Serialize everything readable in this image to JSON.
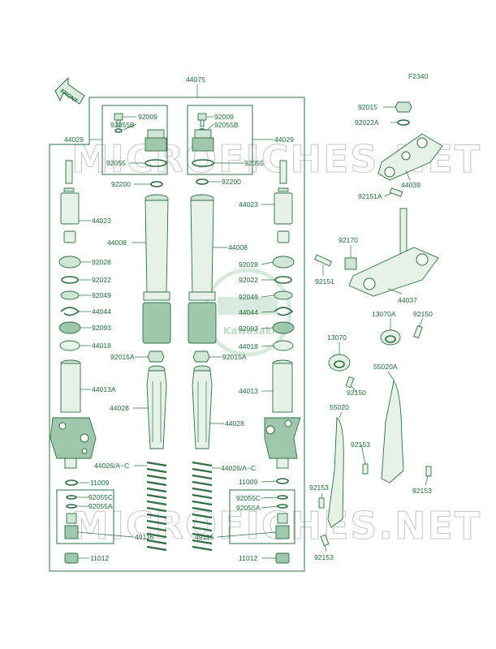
{
  "diagram": {
    "code": "F2340",
    "front_label": "FRONT",
    "watermarks": [
      "MICROFICHES.NET",
      "MICROFICHES.NET"
    ],
    "logo_text": "Kawasaki",
    "labels": {
      "l44075": "44075",
      "l44029_left": "44029",
      "l44029_right": "44029",
      "l92009_left": "92009",
      "l92055B_left": "92055B",
      "l92009_right": "92009",
      "l92055B_right": "92055B",
      "l92055_left": "92055",
      "l92055_right": "92055",
      "l92200_left": "92200",
      "l92200_right": "92200",
      "l44023_left": "44023",
      "l44023_right": "44023",
      "l44008_left": "44008",
      "l44008_right": "44008",
      "l92028_left": "92028",
      "l92028_right": "92028",
      "l92022_left": "92022",
      "l92022_right": "92022",
      "l92049_left": "92049",
      "l92049_right": "92049",
      "l44044_left": "44044",
      "l44044_right": "44044",
      "l92093_left": "92093",
      "l92093_right": "92093",
      "l44018_left": "44018",
      "l44018_right": "44018",
      "l92015A_left": "92015A",
      "l92015A_right": "92015A",
      "l44013A": "44013A",
      "l44013": "44013",
      "l44028_left": "44028",
      "l44028_right": "44028",
      "l44026_left": "44026/A~C",
      "l44026_right": "44026/A~C",
      "l11009_left": "11009",
      "l11009_right": "11009",
      "l92055C_left": "92055C",
      "l92055A_left": "92055A",
      "l92055C_right": "92055C",
      "l92055A_right": "92055A",
      "l49116_left": "49116",
      "l49116_right": "49116",
      "l11012_left": "11012",
      "l11012_right": "11012",
      "l92015": "92015",
      "l92022A": "92022A",
      "l44039": "44039",
      "l92151A": "92151A",
      "l92170": "92170",
      "l92151": "92151",
      "l44037": "44037",
      "l13070A": "13070A",
      "l92150_top": "92150",
      "l13070": "13070",
      "l92150_mid": "92150",
      "l55020A": "55020A",
      "l55020": "55020",
      "l92153_a": "92153",
      "l92153_b": "92153",
      "l92153_c": "92153",
      "l92153_d": "92153"
    }
  }
}
